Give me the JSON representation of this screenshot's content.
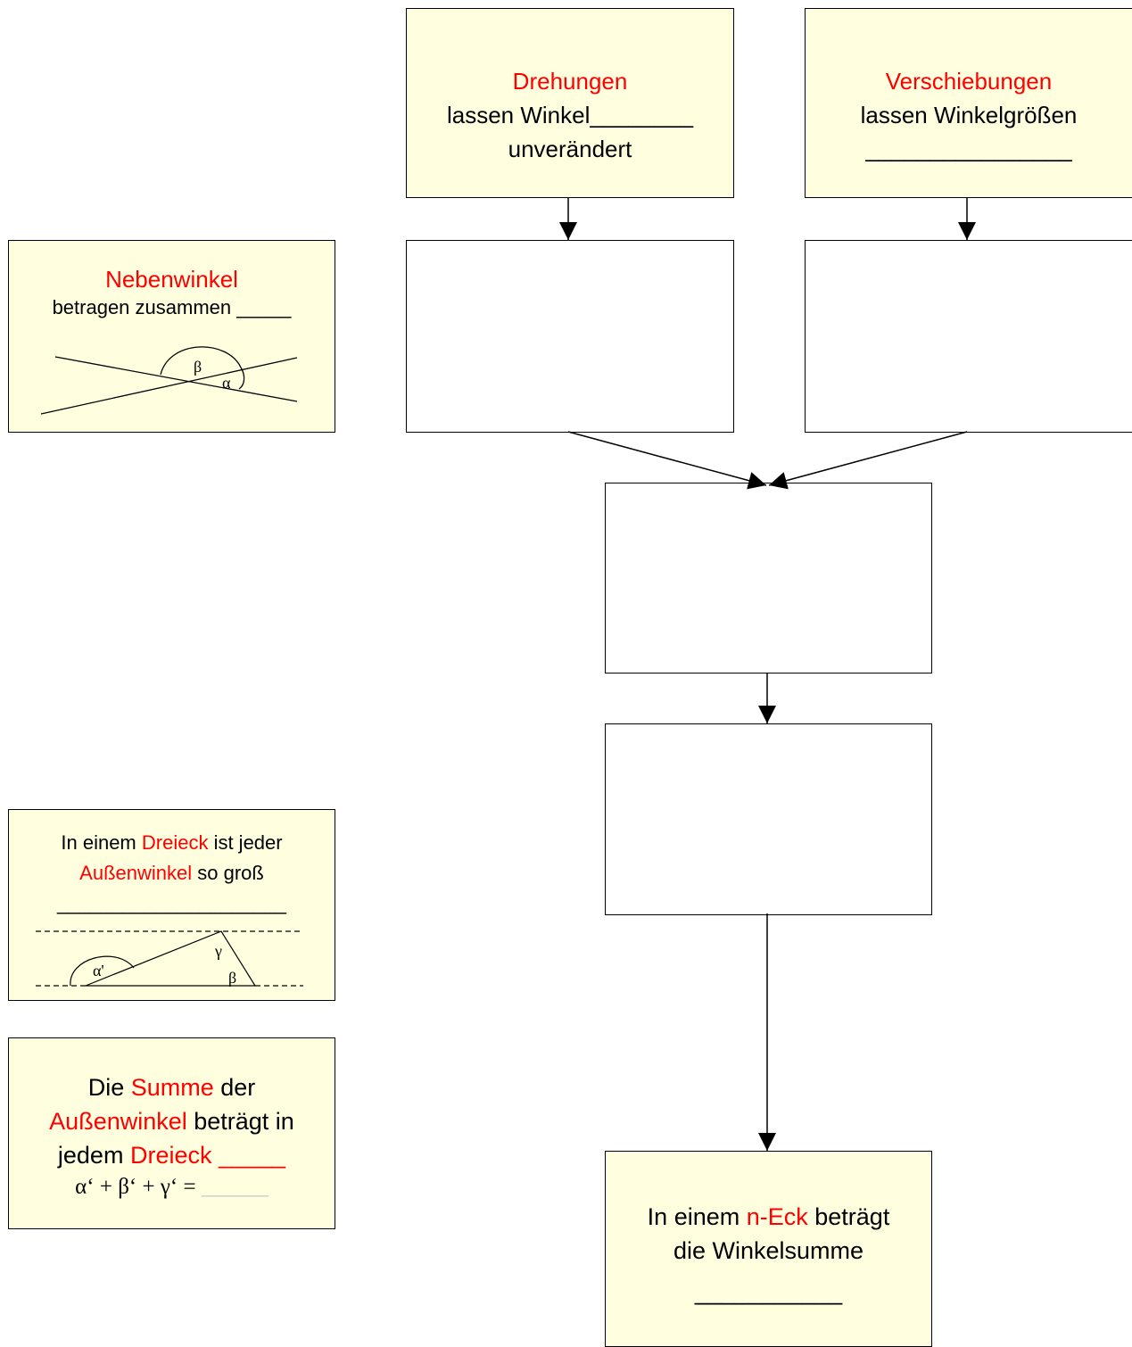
{
  "drehungen": {
    "title": "Drehungen",
    "line1": "lassen Winkel________",
    "line2": "unverändert"
  },
  "verschiebungen": {
    "title": "Verschiebungen",
    "line1": "lassen Winkelgrößen",
    "line2": "________________"
  },
  "nebenwinkel": {
    "title": "Nebenwinkel",
    "line1": "betragen zusammen _____",
    "label_beta": "β",
    "label_alpha": "α"
  },
  "aussenwinkel": {
    "pre": "In einem ",
    "dreieck": "Dreieck",
    "mid": " ist jeder",
    "aussenwinkel": "Außenwinkel",
    "post": " so groß",
    "blank": "_____________________",
    "label_alpha_prime": "α'",
    "label_gamma": "γ",
    "label_beta": "β"
  },
  "summe": {
    "pre": "Die ",
    "summe": "Summe",
    "mid": " der",
    "aussenwinkel": "Außenwinkel",
    "mid2": " beträgt in",
    "pre2": "jedem ",
    "dreieck": "Dreieck",
    "blank": " _____",
    "formula": "α‘ + β‘ + γ‘ = ",
    "formula_blank": "______"
  },
  "neck": {
    "pre": "In einem ",
    "neck": "n-Eck",
    "post": " beträgt",
    "line2": "die Winkelsumme",
    "blank": "___________"
  },
  "colors": {
    "highlight": "#ff0000",
    "box_fill": "#ffffe0"
  }
}
